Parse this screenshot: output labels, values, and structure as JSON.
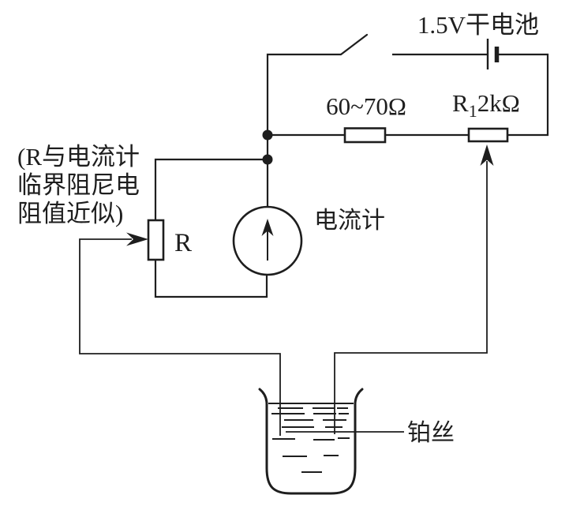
{
  "colors": {
    "ink": "#1e1e1e",
    "background": "#ffffff"
  },
  "labels": {
    "battery": "1.5V干电池",
    "series_resistor": "60~70Ω",
    "potentiometer_name": "R",
    "potentiometer_sub": "1",
    "potentiometer_value": "2kΩ",
    "galvanometer": "电流计",
    "damping_resistor": "R",
    "note_line1": "(R与电流计",
    "note_line2": "临界阻尼电",
    "note_line3": "阻值近似)",
    "platinum_wire": "铂丝"
  }
}
